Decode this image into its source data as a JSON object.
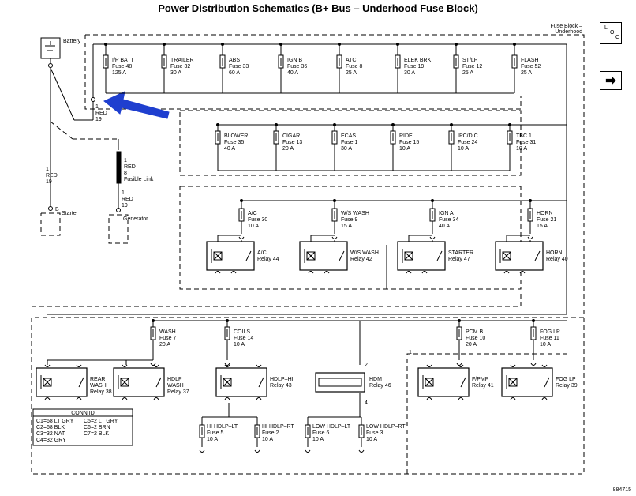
{
  "title": "Power Distribution Schematics (B+ Bus – Underhood Fuse Block)",
  "figure_id": "884715",
  "fuse_block_label": [
    "Fuse Block –",
    "Underhood"
  ],
  "loc_button": {
    "letters": [
      "L",
      "O",
      "C"
    ]
  },
  "next_button": {
    "glyph": "➡"
  },
  "battery": {
    "label": "Battery"
  },
  "battery_wire": {
    "pin": "1",
    "color": "RED",
    "circuit": "19"
  },
  "starter_wire": {
    "pin": "1",
    "color": "RED",
    "circuit": "19"
  },
  "starter": {
    "pin": "B",
    "label": "Starter"
  },
  "fusible_link": {
    "lines": [
      "1",
      "RED",
      "8",
      "Fusible Link"
    ]
  },
  "generator_wire": {
    "lines": [
      "1",
      "RED",
      "19"
    ]
  },
  "generator": {
    "label": "Generator"
  },
  "row1_fuses": [
    {
      "name": "I/P BATT",
      "fuse": "Fuse 48",
      "amps": "125 A"
    },
    {
      "name": "TRAILER",
      "fuse": "Fuse 32",
      "amps": "30 A"
    },
    {
      "name": "ABS",
      "fuse": "Fuse 33",
      "amps": "60 A"
    },
    {
      "name": "IGN B",
      "fuse": "Fuse 36",
      "amps": "40 A"
    },
    {
      "name": "ATC",
      "fuse": "Fuse 8",
      "amps": "25 A"
    },
    {
      "name": "ELEK BRK",
      "fuse": "Fuse 19",
      "amps": "30 A"
    },
    {
      "name": "ST/LP",
      "fuse": "Fuse 12",
      "amps": "25 A"
    },
    {
      "name": "FLASH",
      "fuse": "Fuse 52",
      "amps": "25 A"
    }
  ],
  "row2_fuses": [
    {
      "name": "BLOWER",
      "fuse": "Fuse 35",
      "amps": "40 A"
    },
    {
      "name": "CIGAR",
      "fuse": "Fuse 13",
      "amps": "20 A"
    },
    {
      "name": "ECAS",
      "fuse": "Fuse 1",
      "amps": "30 A"
    },
    {
      "name": "RIDE",
      "fuse": "Fuse 15",
      "amps": "10 A"
    },
    {
      "name": "IPC/DIC",
      "fuse": "Fuse 24",
      "amps": "10 A"
    },
    {
      "name": "TBC 1",
      "fuse": "Fuse 31",
      "amps": "10 A"
    }
  ],
  "row3": [
    {
      "fuse_name": "A/C",
      "fuse": "Fuse 30",
      "amps": "10 A",
      "relay_name": "A/C",
      "relay": "Relay 44"
    },
    {
      "fuse_name": "W/S WASH",
      "fuse": "Fuse 9",
      "amps": "15 A",
      "relay_name": "W/S WASH",
      "relay": "Relay 42"
    },
    {
      "fuse_name": "IGN A",
      "fuse": "Fuse 34",
      "amps": "40 A",
      "relay_name": "STARTER",
      "relay": "Relay 47"
    },
    {
      "fuse_name": "HORN",
      "fuse": "Fuse 21",
      "amps": "15 A",
      "relay_name": "HORN",
      "relay": "Relay 40"
    }
  ],
  "row4_fuses": [
    {
      "name": "WASH",
      "fuse": "Fuse 7",
      "amps": "20 A"
    },
    {
      "name": "COILS",
      "fuse": "Fuse 14",
      "amps": "10 A"
    },
    {
      "name": "PCM B",
      "fuse": "Fuse 10",
      "amps": "20 A"
    },
    {
      "name": "FOG LP",
      "fuse": "Fuse 11",
      "amps": "10 A"
    }
  ],
  "row4_relays": [
    {
      "name": "REAR",
      "name2": "WASH",
      "relay": "Relay 38"
    },
    {
      "name": "HDLP",
      "name2": "WASH",
      "relay": "Relay 37"
    },
    {
      "name": "HDLP–HI",
      "name2": "",
      "relay": "Relay 43"
    },
    {
      "name": "HDM",
      "name2": "",
      "relay": "Relay 46"
    },
    {
      "name": "F/PMP",
      "name2": "",
      "relay": "Relay 41"
    },
    {
      "name": "FOG LP",
      "name2": "",
      "relay": "Relay 39"
    }
  ],
  "hdm_pins": [
    "2",
    "4"
  ],
  "relay_pins": [
    "1",
    "1"
  ],
  "bottom_fuses": [
    {
      "name": "HI HDLP–LT",
      "fuse": "Fuse 5",
      "amps": "10 A"
    },
    {
      "name": "HI HDLP–RT",
      "fuse": "Fuse 2",
      "amps": "10 A"
    },
    {
      "name": "LOW HDLP–LT",
      "fuse": "Fuse 6",
      "amps": "10 A"
    },
    {
      "name": "LOW HDLP–RT",
      "fuse": "Fuse 3",
      "amps": "10 A"
    }
  ],
  "conn_id": {
    "title": "CONN ID",
    "left": [
      "C1=68 LT GRY",
      "C2=68 BLK",
      "C3=32 NAT",
      "C4=32 GRY"
    ],
    "right": [
      "C5=2 LT GRY",
      "C6=2 BRN",
      "C7=2 BLK"
    ]
  },
  "colors": {
    "arrow": "#1f3fcf",
    "line": "#000000"
  }
}
